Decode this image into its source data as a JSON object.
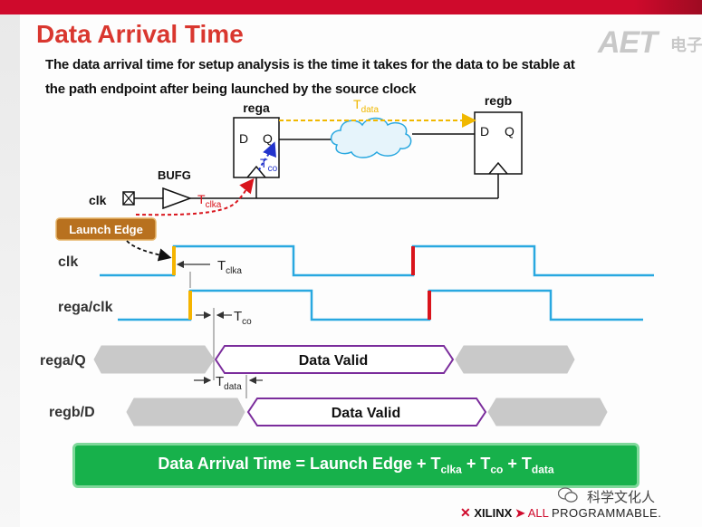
{
  "slide": {
    "title": "Data Arrival Time",
    "subtitle_line1": "The data arrival time for setup analysis is the time it takes for the data to be stable at",
    "subtitle_line2": "the path endpoint after being launched by the source clock",
    "logo_text": "AET",
    "logo_cjk": "电子"
  },
  "schematic": {
    "rega_label": "rega",
    "regb_label": "regb",
    "d_label": "D",
    "q_label": "Q",
    "bufg_label": "BUFG",
    "clk_label": "clk",
    "tdata_T": "T",
    "tdata_sub": "data",
    "tclka_T": "T",
    "tclka_sub": "clka",
    "tco_T": "T",
    "tco_sub": "co",
    "launch_edge": "Launch Edge"
  },
  "timing": {
    "clk_label": "clk",
    "rega_clk_label": "rega/clk",
    "rega_q_label": "rega/Q",
    "regb_d_label": "regb/D",
    "data_valid_1": "Data Valid",
    "data_valid_2": "Data Valid",
    "tclka_T": "T",
    "tclka_sub": "clka",
    "tco_T": "T",
    "tco_sub": "co",
    "tdata_T": "T",
    "tdata_sub": "data"
  },
  "formula": {
    "lhs": "Data Arrival Time = Launch Edge + T",
    "sub1": "clka",
    "plus2": " + T",
    "sub2": "co",
    "plus3": " + T",
    "sub3": "data"
  },
  "footer": {
    "xilinx_mark": "✕",
    "xilinx_brand": "XILINX",
    "separator": "➤",
    "all": "ALL",
    "programmable": "PROGRAMMABLE."
  },
  "watermark": {
    "label": "科学文化人"
  },
  "colors": {
    "title_red": "#d9372f",
    "signal_blue": "#29a8e0",
    "edge_yellow": "#f5b400",
    "edge_red": "#d9141c",
    "data_purple": "#7b2d9c",
    "invalid_gray": "#c9c9c9",
    "formula_green": "#17b14b",
    "path_yellow": "#f0b800",
    "clk_path_red": "#d9141c",
    "tco_blue": "#2233cc"
  }
}
